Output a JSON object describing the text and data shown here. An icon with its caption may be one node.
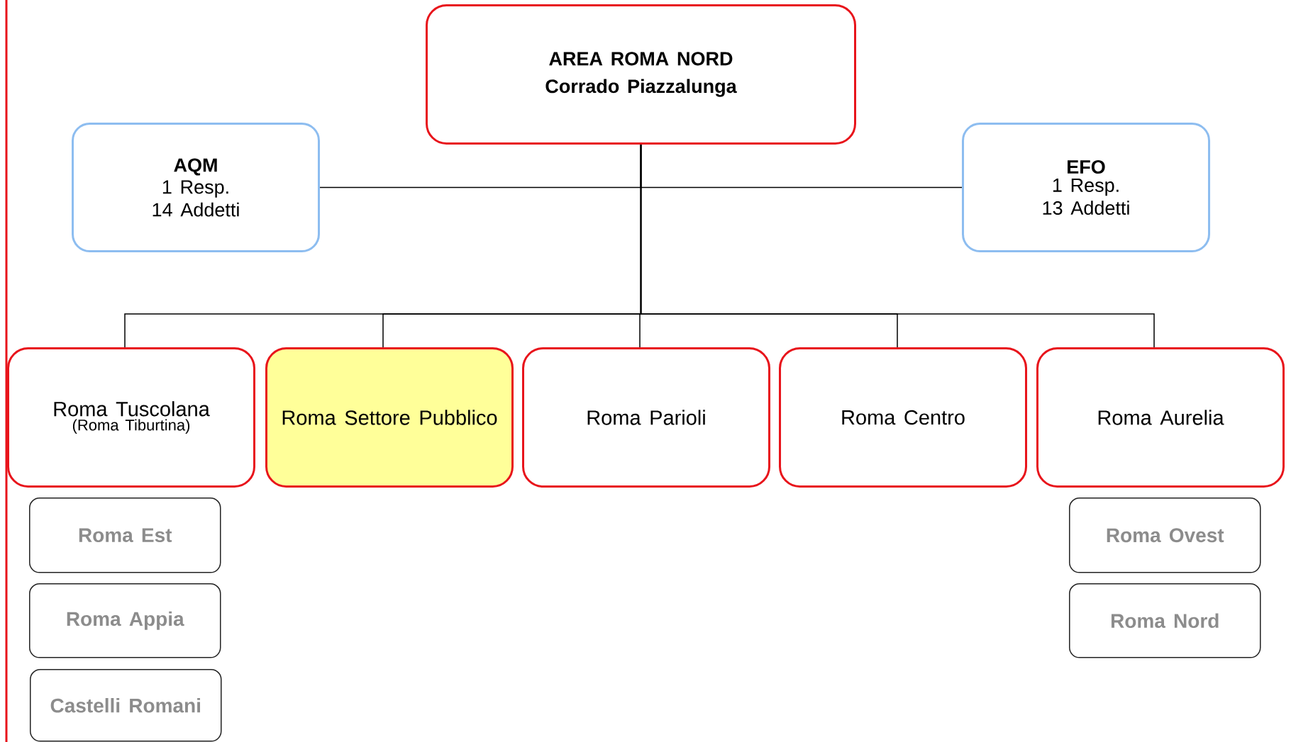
{
  "diagram": {
    "nodes": [
      {
        "text": [
          "AREA ROMA NORD",
          "Corrado Piazzalunga"
        ]
      },
      {
        "text": [
          "AQM",
          "1 Resp.",
          "14 Addetti"
        ]
      },
      {
        "text": [
          "EFO",
          "1 Resp.",
          "13 Addetti"
        ]
      },
      {
        "text": [
          "Roma Tuscolana",
          "(Roma Tiburtina)"
        ]
      },
      {
        "text": [
          "Roma Settore Pubblico"
        ]
      },
      {
        "text": [
          "Roma Parioli"
        ]
      },
      {
        "text": [
          "Roma Centro"
        ]
      },
      {
        "text": [
          "Roma Aurelia"
        ]
      },
      {
        "text": [
          "Roma Est"
        ]
      },
      {
        "text": [
          "Roma Appia"
        ]
      },
      {
        "text": [
          "Castelli Romani"
        ]
      },
      {
        "text": [
          "Roma Ovest"
        ]
      },
      {
        "text": [
          "Roma Nord"
        ]
      }
    ],
    "edges": [
      {
        "from": 0,
        "to": 1,
        "arrow": "none"
      },
      {
        "from": 0,
        "to": 2,
        "arrow": "none"
      },
      {
        "from": 0,
        "to": 3,
        "arrow": "none"
      },
      {
        "from": 0,
        "to": 4,
        "arrow": "none"
      },
      {
        "from": 0,
        "to": 5,
        "arrow": "none"
      },
      {
        "from": 0,
        "to": 6,
        "arrow": "none"
      },
      {
        "from": 0,
        "to": 7,
        "arrow": "none"
      }
    ]
  }
}
